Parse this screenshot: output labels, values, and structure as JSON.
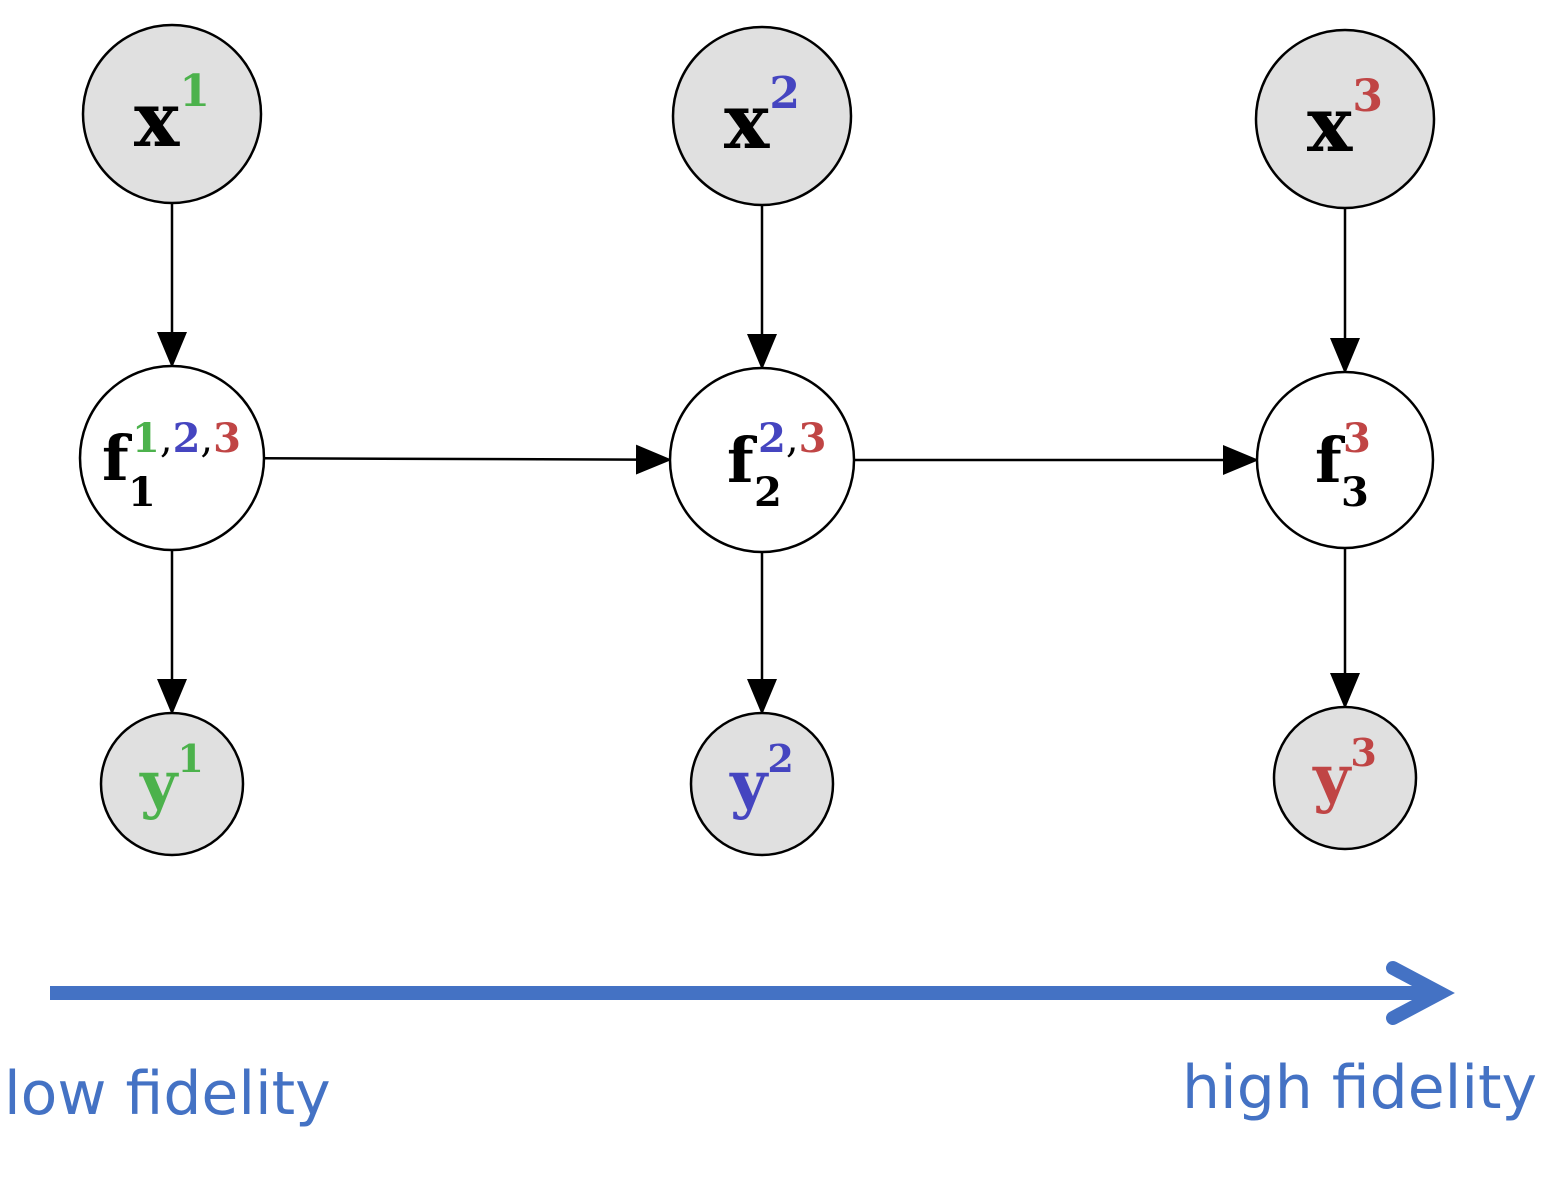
{
  "colors": {
    "fidelity_1": "#4cb24c",
    "fidelity_2": "#4545c0",
    "fidelity_3": "#c04545",
    "observed_fill": "#e0e0e0",
    "latent_fill": "#ffffff",
    "edge": "#000000",
    "axis": "#4472c4"
  },
  "nodes": {
    "x1": {
      "base": "x",
      "sup": [
        "1"
      ],
      "sup_colors": [
        "fidelity_1"
      ]
    },
    "x2": {
      "base": "x",
      "sup": [
        "2"
      ],
      "sup_colors": [
        "fidelity_2"
      ]
    },
    "x3": {
      "base": "x",
      "sup": [
        "3"
      ],
      "sup_colors": [
        "fidelity_3"
      ]
    },
    "f1": {
      "base": "f",
      "sub": "1",
      "sup": [
        "1",
        "2",
        "3"
      ],
      "sup_colors": [
        "fidelity_1",
        "fidelity_2",
        "fidelity_3"
      ]
    },
    "f2": {
      "base": "f",
      "sub": "2",
      "sup": [
        "2",
        "3"
      ],
      "sup_colors": [
        "fidelity_2",
        "fidelity_3"
      ]
    },
    "f3": {
      "base": "f",
      "sub": "3",
      "sup": [
        "3"
      ],
      "sup_colors": [
        "fidelity_3"
      ]
    },
    "y1": {
      "base": "y",
      "sup": [
        "1"
      ],
      "base_color": "fidelity_1",
      "sup_colors": [
        "fidelity_1"
      ]
    },
    "y2": {
      "base": "y",
      "sup": [
        "2"
      ],
      "base_color": "fidelity_2",
      "sup_colors": [
        "fidelity_2"
      ]
    },
    "y3": {
      "base": "y",
      "sup": [
        "3"
      ],
      "base_color": "fidelity_3",
      "sup_colors": [
        "fidelity_3"
      ]
    }
  },
  "edges": [
    [
      "x1",
      "f1"
    ],
    [
      "x2",
      "f2"
    ],
    [
      "x3",
      "f3"
    ],
    [
      "f1",
      "f2"
    ],
    [
      "f2",
      "f3"
    ],
    [
      "f1",
      "y1"
    ],
    [
      "f2",
      "y2"
    ],
    [
      "f3",
      "y3"
    ]
  ],
  "fidelity_axis": {
    "low_label": "low fidelity",
    "high_label": "high fidelity"
  }
}
